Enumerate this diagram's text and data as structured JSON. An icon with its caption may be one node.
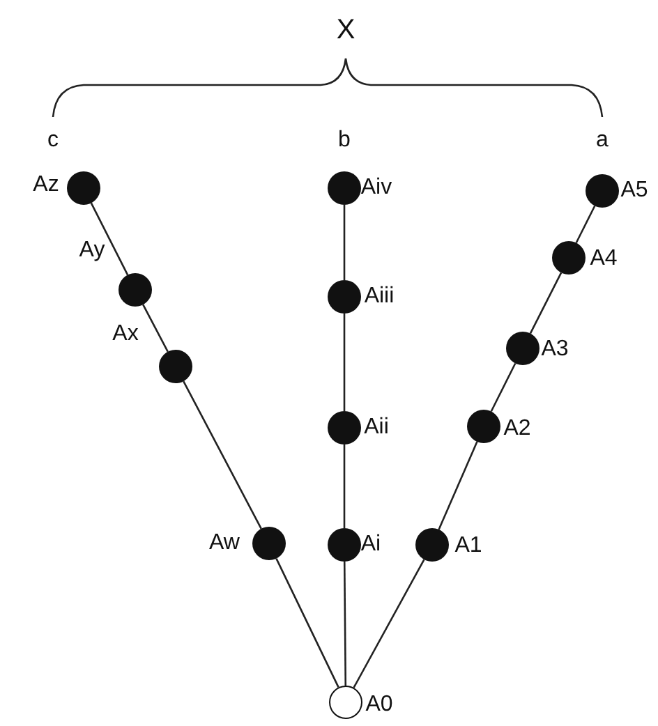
{
  "diagram": {
    "nodes": [
      {
        "text": [],
        "shape": "circle",
        "beside": [
          "Az"
        ]
      },
      {
        "text": [],
        "shape": "circle",
        "beside": [
          "Ay"
        ]
      },
      {
        "text": [],
        "shape": "circle",
        "beside": [
          "Ax"
        ]
      },
      {
        "text": [],
        "shape": "circle",
        "beside": [
          "Aw"
        ]
      },
      {
        "text": [],
        "shape": "circle",
        "beside": [
          "Aiv"
        ]
      },
      {
        "text": [],
        "shape": "circle",
        "beside": [
          "Aiii"
        ]
      },
      {
        "text": [],
        "shape": "circle",
        "beside": [
          "Aii"
        ]
      },
      {
        "text": [],
        "shape": "circle",
        "beside": [
          "Ai"
        ]
      },
      {
        "text": [],
        "shape": "circle",
        "beside": [
          "A5"
        ]
      },
      {
        "text": [],
        "shape": "circle",
        "beside": [
          "A4"
        ]
      },
      {
        "text": [],
        "shape": "circle",
        "beside": [
          "A3"
        ]
      },
      {
        "text": [],
        "shape": "circle",
        "beside": [
          "A2"
        ]
      },
      {
        "text": [],
        "shape": "circle",
        "beside": [
          "A1"
        ]
      },
      {
        "text": [],
        "shape": "ring",
        "beside": [
          "A0"
        ]
      }
    ],
    "edges": [
      {
        "from": 13,
        "to": 3,
        "arrow": "none"
      },
      {
        "from": 3,
        "to": 2,
        "arrow": "none"
      },
      {
        "from": 2,
        "to": 1,
        "arrow": "none"
      },
      {
        "from": 1,
        "to": 0,
        "arrow": "none"
      },
      {
        "from": 13,
        "to": 7,
        "arrow": "none"
      },
      {
        "from": 7,
        "to": 6,
        "arrow": "none"
      },
      {
        "from": 6,
        "to": 5,
        "arrow": "none"
      },
      {
        "from": 5,
        "to": 4,
        "arrow": "none"
      },
      {
        "from": 13,
        "to": 12,
        "arrow": "none"
      },
      {
        "from": 12,
        "to": 11,
        "arrow": "none"
      },
      {
        "from": 11,
        "to": 10,
        "arrow": "none"
      },
      {
        "from": 10,
        "to": 9,
        "arrow": "none"
      },
      {
        "from": 9,
        "to": 8,
        "arrow": "none"
      }
    ],
    "labels": [
      "X",
      "c",
      "b",
      "a"
    ]
  }
}
